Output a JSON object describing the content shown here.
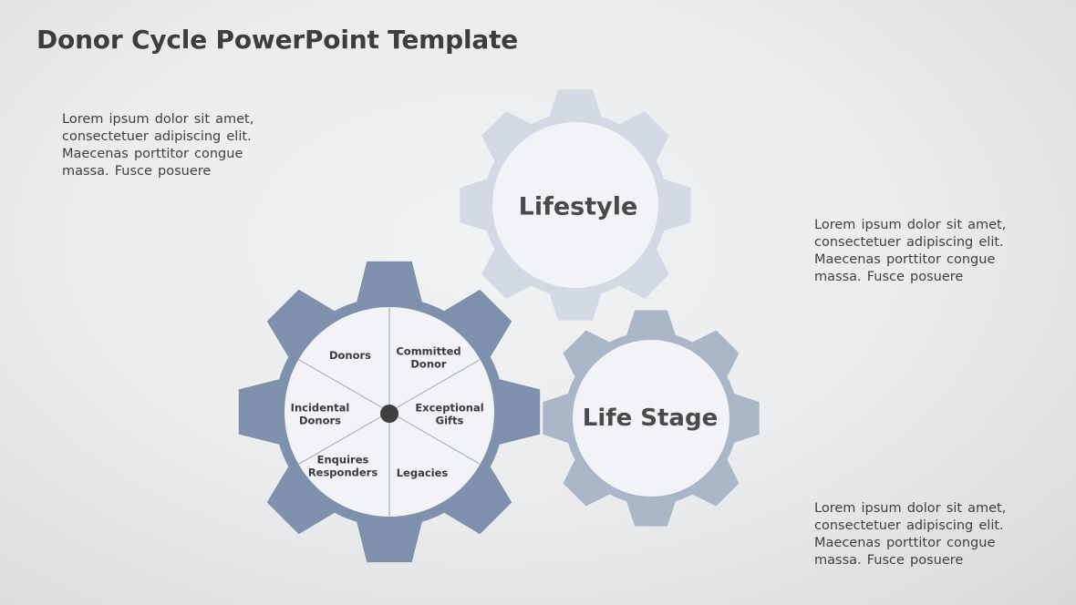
{
  "slide": {
    "title": "Donor Cycle PowerPoint Template"
  },
  "colors": {
    "title_text": "#3d3d3d",
    "body_text": "#3f3f3f",
    "gear_label_text": "#4a4a4a",
    "segment_label_text": "#3a3a3a",
    "lifestyle_gear": "#d3d9e2",
    "life_stage_gear": "#aab6c8",
    "donor_gear": "#7e90ab",
    "gear_inner_circle": "#f2f3f6",
    "divider_line": "#9aa3ac",
    "center_hub": "#3f3f3f"
  },
  "gears": {
    "lifestyle": {
      "label": "Lifestyle"
    },
    "life_stage": {
      "label": "Life Stage"
    },
    "donor_cycle": {
      "segments": {
        "donors": "Donors",
        "committed_donor": "Committed\nDonor",
        "exceptional_gifts": "Exceptional\nGifts",
        "legacies": "Legacies",
        "enquires_responders": "Enquires\nResponders",
        "incidental_donors": "Incidental\nDonors"
      }
    }
  },
  "text_blocks": {
    "left": "Lorem ipsum dolor sit amet,\nconsectetuer adipiscing elit.\nMaecenas porttitor congue\nmassa. Fusce posuere",
    "right_middle": "Lorem ipsum dolor sit amet,\nconsectetuer adipiscing elit.\nMaecenas porttitor congue\nmassa. Fusce posuere",
    "right_bottom": "Lorem ipsum dolor sit amet,\nconsectetuer adipiscing elit.\nMaecenas porttitor congue\nmassa. Fusce posuere"
  }
}
